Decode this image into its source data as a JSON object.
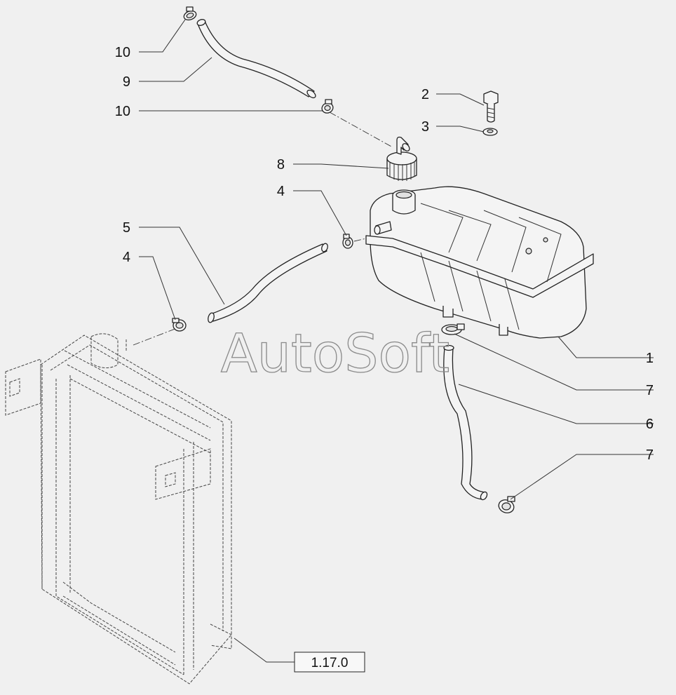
{
  "diagram": {
    "watermark": "AutoSoft",
    "reference_label": "1.17.0",
    "callouts": [
      {
        "id": "c1",
        "text": "1"
      },
      {
        "id": "c2",
        "text": "2"
      },
      {
        "id": "c3",
        "text": "3"
      },
      {
        "id": "c4a",
        "text": "4"
      },
      {
        "id": "c4b",
        "text": "4"
      },
      {
        "id": "c5",
        "text": "5"
      },
      {
        "id": "c6",
        "text": "6"
      },
      {
        "id": "c7a",
        "text": "7"
      },
      {
        "id": "c7b",
        "text": "7"
      },
      {
        "id": "c8",
        "text": "8"
      },
      {
        "id": "c9",
        "text": "9"
      },
      {
        "id": "c10a",
        "text": "10"
      },
      {
        "id": "c10b",
        "text": "10"
      }
    ]
  }
}
